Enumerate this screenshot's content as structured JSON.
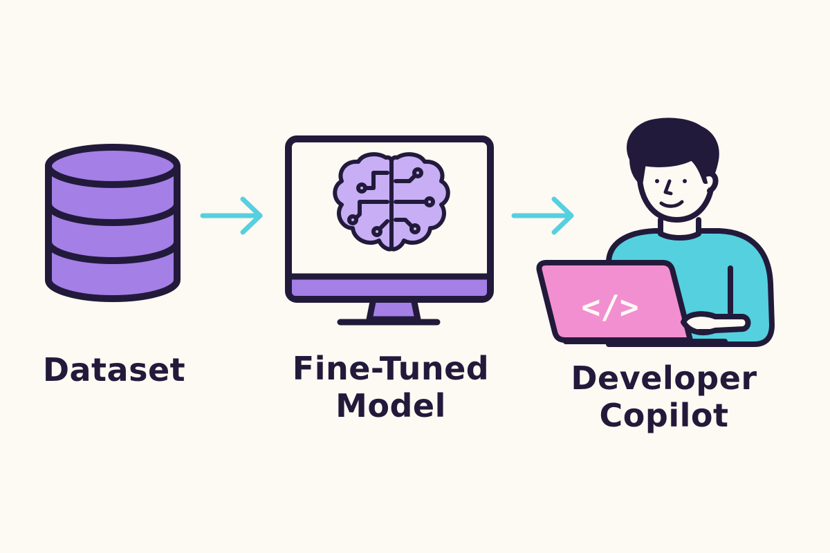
{
  "nodes": {
    "dataset": {
      "label": "Dataset",
      "icon": "database-icon"
    },
    "model": {
      "label_line1": "Fine-Tuned",
      "label_line2": "Model",
      "icon": "monitor-brain-icon"
    },
    "copilot": {
      "label_line1": "Developer",
      "label_line2": "Copilot",
      "icon": "developer-laptop-icon"
    }
  },
  "laptop_code_symbol": "</>",
  "colors": {
    "background": "#fdf9f3",
    "outline": "#221a3a",
    "purple": "#a47fe6",
    "light_purple": "#c7aef5",
    "cyan": "#55d0df",
    "pink": "#f28fd0",
    "skin": "#fdf9f3"
  }
}
